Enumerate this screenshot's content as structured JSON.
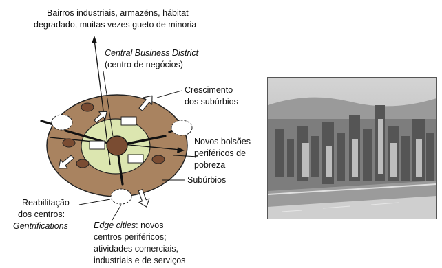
{
  "labels": {
    "top_line1": "Bairros industriais, armazéns, hábitat",
    "top_line2": "degradado, muitas vezes gueto de minoria",
    "cbd_line1": "Central Business District",
    "cbd_line2": "(centro de negócios)",
    "growth_line1": "Crescimento",
    "growth_line2": "dos subúrbios",
    "poverty_line1": "Novos bolsões",
    "poverty_line2": "periféricos de",
    "poverty_line3": "pobreza",
    "suburbs": "Subúrbios",
    "rehab_line1": "Reabilitação",
    "rehab_line2": "dos centros:",
    "rehab_line3": "Gentrifications",
    "edge_line1_italic": "Edge cities",
    "edge_line1_rest": ": novos",
    "edge_line2": "centros periféricos;",
    "edge_line3": "atividades comerciais,",
    "edge_line4": "industriais e de serviços"
  },
  "colors": {
    "outer_ring": "#a98360",
    "inner_zone": "#dce6b0",
    "core": "#7a4c32",
    "blob": "#7a4c32",
    "spoke": "#111111",
    "outline": "#222222"
  }
}
